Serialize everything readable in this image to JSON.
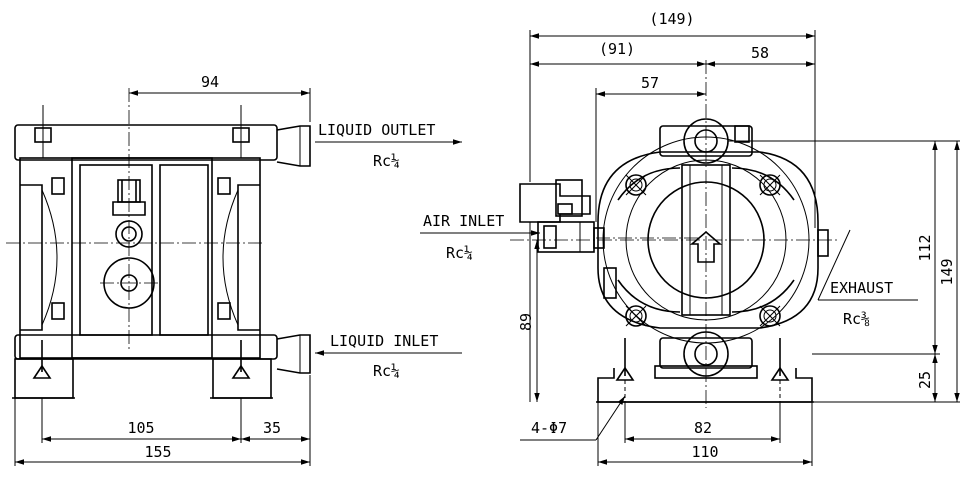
{
  "front_view": {
    "dims": {
      "top": "94",
      "bottom_left": "105",
      "bottom_right": "35",
      "overall": "155"
    },
    "outlet_label": "LIQUID OUTLET",
    "outlet_size": "Rc¼",
    "inlet_label": "LIQUID INLET",
    "inlet_size": "Rc¼"
  },
  "side_view": {
    "dims": {
      "overall_top": "(149)",
      "left_top": "(91)",
      "right_top": "58",
      "air_offset": "57",
      "height_112": "112",
      "height_149": "149",
      "height_25": "25",
      "height_89": "89",
      "foot_holes": "82",
      "base_width": "110"
    },
    "air_label": "AIR INLET",
    "air_size": "Rc¼",
    "exhaust_label": "EXHAUST",
    "exhaust_size": "Rc⅜",
    "holes_label": "4-Φ7"
  }
}
